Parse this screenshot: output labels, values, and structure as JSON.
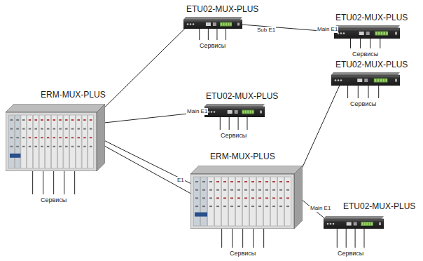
{
  "diagram": {
    "nodes": [
      {
        "text": [
          "ETU02-MUX-PLUS"
        ]
      },
      {
        "text": [
          "ETU02-MUX-PLUS"
        ]
      },
      {
        "text": [
          "ERM-MUX-PLUS"
        ]
      },
      {
        "text": [
          "ETU02-MUX-PLUS"
        ]
      },
      {
        "text": [
          "ETU02-MUX-PLUS"
        ]
      },
      {
        "text": [
          "ERM-MUX-PLUS"
        ]
      },
      {
        "text": [
          "ETU02-MUX-PLUS"
        ]
      }
    ],
    "edges": [
      {
        "from": 2,
        "to": 0,
        "arrow": "none"
      },
      {
        "from": 0,
        "to": 1,
        "label": "Sub E1",
        "arrow": "none"
      },
      {
        "from": 2,
        "to": 3,
        "label": "Main E1",
        "arrow": "none"
      },
      {
        "from": 2,
        "to": 5,
        "label": "E1",
        "arrow": "none"
      },
      {
        "from": 2,
        "to": 5,
        "arrow": "none"
      },
      {
        "from": 5,
        "to": 4,
        "arrow": "none"
      },
      {
        "from": 5,
        "to": 6,
        "label": "Main E1",
        "arrow": "none"
      }
    ],
    "labels": [
      "Main E1",
      "Сервисы",
      "Сервисы",
      "Сервисы",
      "Сервисы",
      "Сервисы",
      "Сервисы",
      "Сервисы"
    ]
  }
}
